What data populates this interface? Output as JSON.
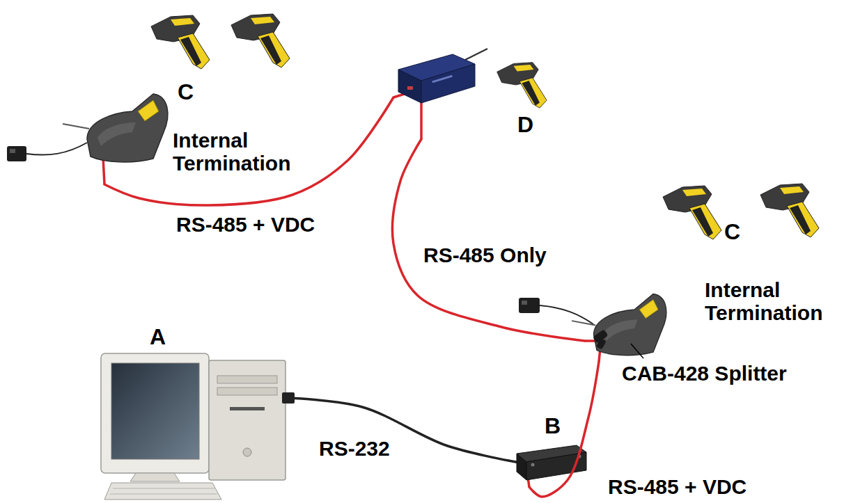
{
  "diagram": {
    "nodes": [
      {
        "text": [
          "C",
          "Internal Termination"
        ]
      },
      {
        "text": [
          "D"
        ]
      },
      {
        "text": [
          "C",
          "Internal Termination"
        ]
      },
      {
        "text": [
          "A"
        ]
      },
      {
        "text": [
          "B"
        ]
      }
    ],
    "edges": [
      {
        "from": 0,
        "to": 1,
        "label": "RS-485 + VDC",
        "arrow": "none"
      },
      {
        "from": 1,
        "to": 2,
        "label": "RS-485 Only",
        "arrow": "none"
      },
      {
        "from": 3,
        "to": 4,
        "label": "RS-232",
        "arrow": "none"
      },
      {
        "from": 4,
        "to": 2,
        "label": "RS-485 + VDC",
        "arrow": "none"
      }
    ],
    "labels": [
      "CAB-428 Splitter"
    ]
  }
}
